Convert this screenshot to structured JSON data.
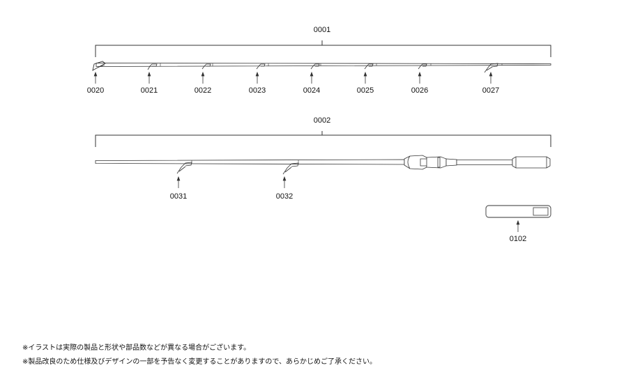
{
  "upper_section": {
    "label": "0001",
    "parts": [
      "0020",
      "0021",
      "0022",
      "0023",
      "0024",
      "0025",
      "0026",
      "0027"
    ]
  },
  "lower_section": {
    "label": "0002",
    "parts": [
      "0031",
      "0032"
    ]
  },
  "accessory": {
    "label": "0102"
  },
  "notes": [
    "※イラストは実際の製品と形状や部品数などが異なる場合がございます。",
    "※製品改良のため仕様及びデザインの一部を予告なく変更することがありますので、あらかじめご了承ください。"
  ],
  "colors": {
    "line": "#333333",
    "text": "#111111"
  }
}
